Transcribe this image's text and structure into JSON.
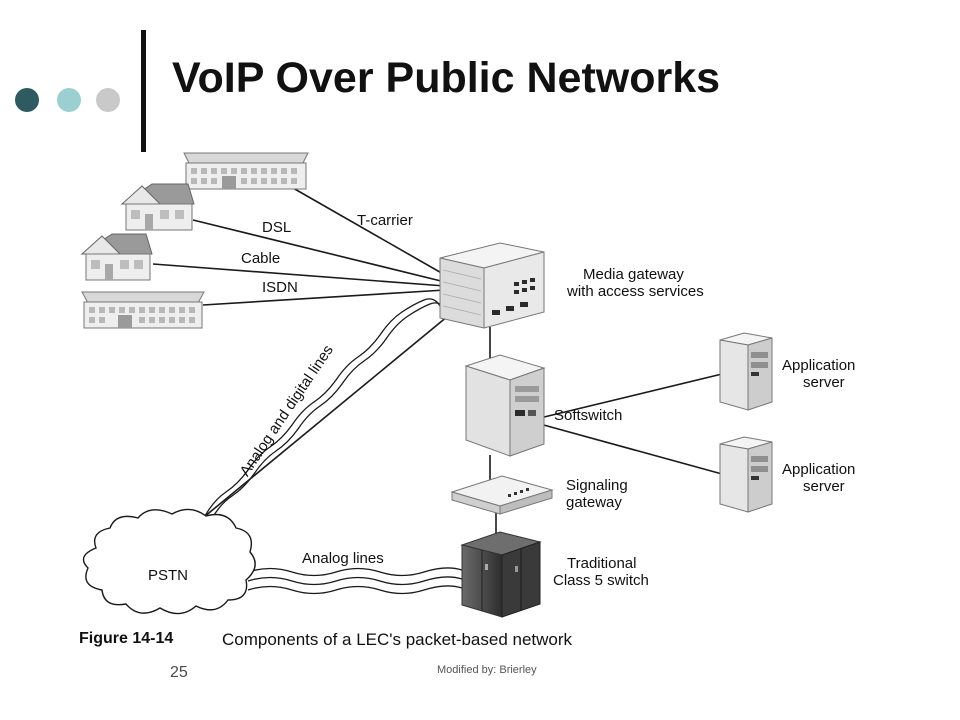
{
  "slide": {
    "title": "VoIP Over Public Networks",
    "page_number": "25",
    "footer": "Modified by: Brierley",
    "bullet_colors": [
      "#2f5a62",
      "#9ccfd2",
      "#c9c9c9"
    ]
  },
  "diagram": {
    "link_labels": {
      "t_carrier": "T-carrier",
      "dsl": "DSL",
      "cable": "Cable",
      "isdn": "ISDN",
      "analog_digital": "Analog and digital lines",
      "analog": "Analog lines"
    },
    "nodes": {
      "media_gateway": [
        "Media gateway",
        "with access services"
      ],
      "softswitch": "Softswitch",
      "signaling_gateway": [
        "Signaling",
        "gateway"
      ],
      "class5_switch": [
        "Traditional",
        "Class 5 switch"
      ],
      "app_server_1": [
        "Application",
        "server"
      ],
      "app_server_2": [
        "Application",
        "server"
      ],
      "pstn": "PSTN"
    },
    "figure_number": "Figure 14-14",
    "caption": "Components of a LEC's packet-based network"
  }
}
